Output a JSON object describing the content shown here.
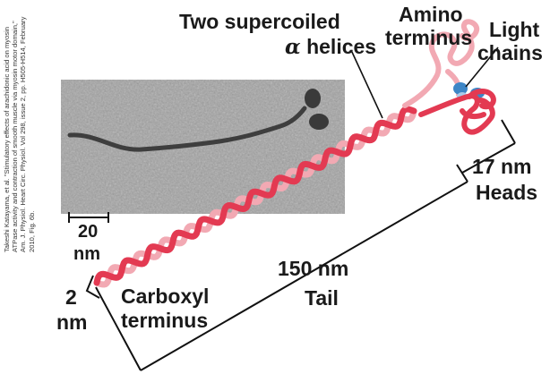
{
  "labels": {
    "helices_line1": "Two supercoiled",
    "helices_alpha": "α",
    "helices_line2": "helices",
    "amino_line1": "Amino",
    "amino_line2": "terminus",
    "light_line1": "Light",
    "light_line2": "chains",
    "heads_size": "17 nm",
    "heads": "Heads",
    "tail_size": "150 nm",
    "tail": "Tail",
    "scale_20": "20",
    "scale_nm": "nm",
    "width_2": "2",
    "width_nm": "nm",
    "carboxyl_line1": "Carboxyl",
    "carboxyl_line2": "terminus"
  },
  "credit": "Takeshi Katayama, et al. \"Stimulatory effects of arachidonic acid on myosin ATPase activity and contraction of smooth muscle via myosin motor domain,\" Am. J. Physiol. Heart Circ. Physiol. Vol 298, issue 2, pp. H505-H514, February 2010, Fig. 6b.",
  "colors": {
    "helix_red": "#e33a52",
    "helix_pink": "#f2a9b3",
    "light_chain_blue": "#3d86c6",
    "micrograph_gray": "#9b9b9b",
    "line_black": "#111111"
  }
}
